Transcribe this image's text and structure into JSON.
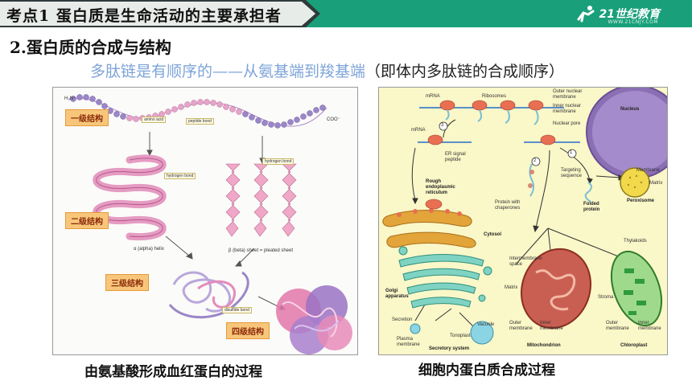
{
  "header": {
    "title": "考点1   蛋白质是生命活动的主要承担者",
    "logo_text": "21世纪教育",
    "logo_sub": "WWW.21CNJY.COM"
  },
  "section": {
    "heading": "2.蛋白质的合成与结构",
    "subtitle_highlight": "多肽链是有顺序的——从氨基端到羧基端",
    "subtitle_note": "（即体内多肽链的合成顺序）"
  },
  "left_figure": {
    "stages": [
      "一级结构",
      "二级结构",
      "三级结构",
      "四级结构"
    ],
    "terms": {
      "n_terminus": "H₃N⁺",
      "c_terminus": "COO⁻",
      "amino_acid": "amino acid",
      "peptide_bond": "peptide bond",
      "hydrogen_bond_a": "hydrogen bond",
      "hydrogen_bond_b": "hydrogen bond",
      "alpha_helix": "α (alpha) helix",
      "beta_sheet": "β (beta) sheet = pleated sheet",
      "disulfide_bond": "disulfide bond"
    },
    "caption": "由氨基酸形成血红蛋白的过程"
  },
  "right_figure": {
    "labels": {
      "mrna_top": "mRNA",
      "ribosomes": "Ribosomes",
      "outer_nuclear_membrane": "Outer nuclear membrane",
      "inner_nuclear_membrane": "Inner nuclear membrane",
      "nuclear_pore": "Nuclear pore",
      "nucleus": "Nucleus",
      "mrna_left": "mRNA",
      "er_signal_peptide": "ER signal peptide",
      "rough_er": "Rough endoplasmic reticulum",
      "targeting_sequence": "Targeting sequence",
      "membrane": "Membrane",
      "matrix_perox": "Matrix",
      "peroxisome": "Peroxisome",
      "protein_with_chaperones": "Protein with chaperones",
      "folded_protein": "Folded protein",
      "cytosol": "Cytosol",
      "thylakoids": "Thylakoids",
      "intermembrane_space": "Intermembrane space",
      "matrix_mito": "Matrix",
      "stroma": "Stroma",
      "golgi": "Golgi apparatus",
      "outer_membrane_mito": "Outer membrane",
      "inner_membrane_mito": "Inner membrane",
      "mitochondrion": "Mitochondrion",
      "outer_membrane_chloro": "Outer membrane",
      "inner_membrane_chloro": "Inner membrane",
      "chloroplast": "Chloroplast",
      "secretion": "Secretion",
      "plasma_membrane": "Plasma membrane",
      "tonoplast": "Tonoplast",
      "vacuole": "Vacuole",
      "secretory_system": "Secretory system",
      "step1": "1",
      "step2": "2",
      "step3": "3"
    },
    "caption": "细胞内蛋白质合成过程"
  },
  "colors": {
    "header_green": "#19a07a",
    "subtitle_blue": "#7ea4d8",
    "stage_label_bg": "#f8c67a",
    "cell_bg": "#faf7c8"
  }
}
